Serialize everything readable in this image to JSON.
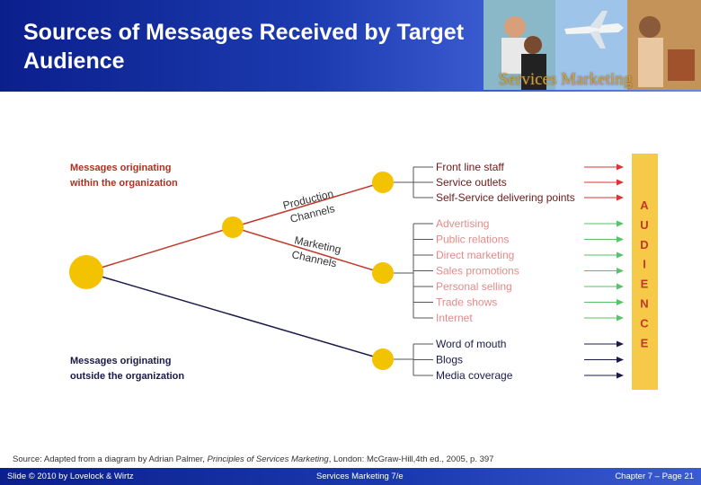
{
  "header": {
    "title": "Sources of Messages Received by Target Audience",
    "brand": "Services Marketing"
  },
  "diagram": {
    "internal_source": [
      "Messages originating",
      "within the organization"
    ],
    "external_source": [
      "Messages originating",
      "outside the organization"
    ],
    "channels": {
      "production": [
        "Production",
        "Channels"
      ],
      "marketing": [
        "Marketing",
        "Channels"
      ]
    },
    "groups": [
      {
        "items": [
          "Front line staff",
          "Service outlets",
          "Self-Service delivering points"
        ],
        "color": "#6b1a1a"
      },
      {
        "items": [
          "Advertising",
          "Public relations",
          "Direct marketing",
          "Sales promotions",
          "Personal selling",
          "Trade shows",
          "Internet"
        ],
        "color": "#e58a8a"
      },
      {
        "items": [
          "Word of mouth",
          "Blogs",
          "Media coverage"
        ],
        "color": "#1a1a4a"
      }
    ],
    "audience_letters": [
      "A",
      "U",
      "D",
      "I",
      "E",
      "N",
      "C",
      "E"
    ],
    "colors": {
      "node": "#f3c200",
      "line_red": "#c0392b",
      "line_dark": "#1a1a4a",
      "label_red": "#b03020",
      "bar": "#f7c948"
    }
  },
  "source_note": {
    "before": "Source: Adapted from a diagram by Adrian Palmer, ",
    "title": "Principles of Services Marketing",
    "after": ", London: McGraw-Hill,4th ed., 2005, p. 397"
  },
  "footer": {
    "left": "Slide © 2010 by Lovelock & Wirtz",
    "center": "Services Marketing 7/e",
    "right": "Chapter 7 – Page 21"
  }
}
